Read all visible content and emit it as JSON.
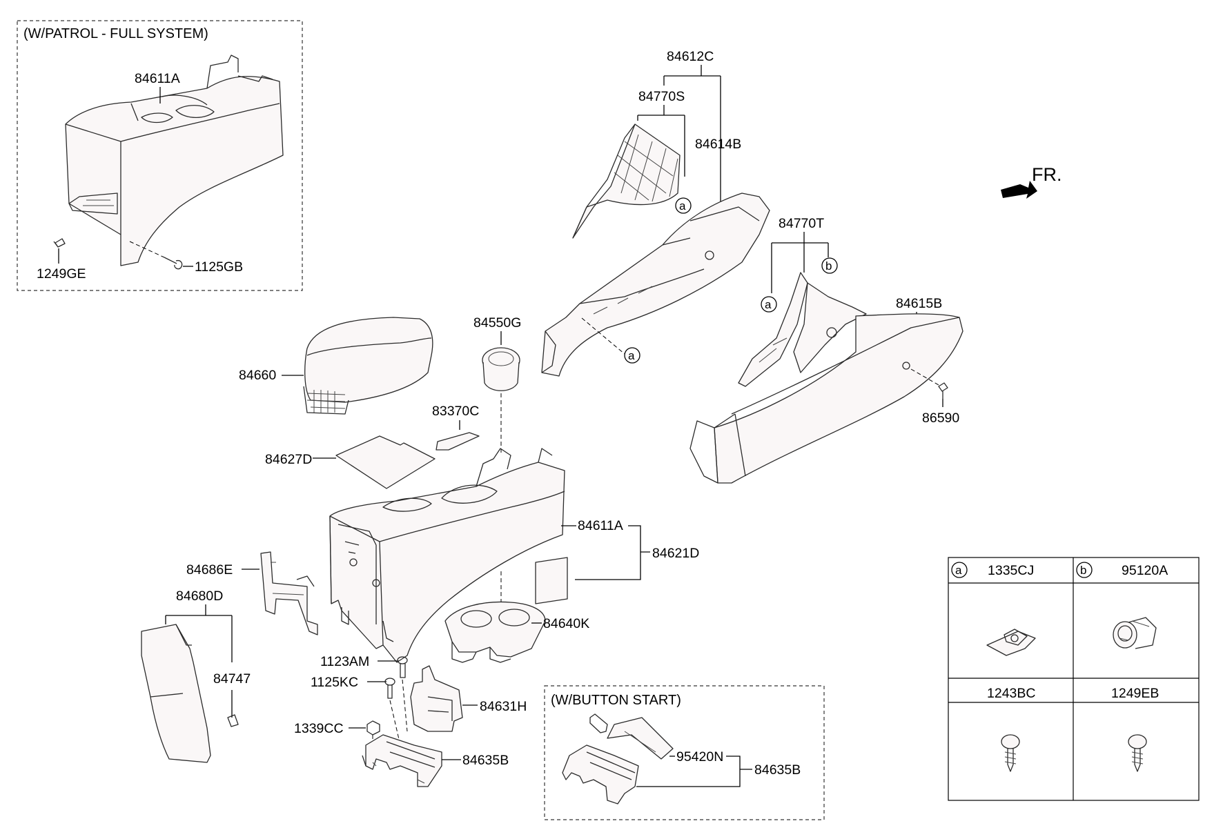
{
  "boxes": {
    "patrol_title": "(W/PATROL - FULL SYSTEM)",
    "button_title": "(W/BUTTON START)"
  },
  "direction": {
    "label": "FR."
  },
  "labels": {
    "p84611A_top": "84611A",
    "p1249GE": "1249GE",
    "p1125GB": "1125GB",
    "p84612C": "84612C",
    "p84770S": "84770S",
    "p84614B": "84614B",
    "p84770T": "84770T",
    "p84615B": "84615B",
    "p86590": "86590",
    "p84550G": "84550G",
    "p84660": "84660",
    "p83370C": "83370C",
    "p84627D": "84627D",
    "p84611A": "84611A",
    "p84621D": "84621D",
    "p84686E": "84686E",
    "p84680D": "84680D",
    "p84747": "84747",
    "p84640K": "84640K",
    "p1123AM": "1123AM",
    "p1125KC": "1125KC",
    "p84631H": "84631H",
    "p1339CC": "1339CC",
    "p84635B": "84635B",
    "p95420N": "95420N",
    "p84635B_btn": "84635B"
  },
  "refs": {
    "a": "a",
    "b": "b"
  },
  "legend": {
    "cells": [
      {
        "letter": "a",
        "part": "1335CJ"
      },
      {
        "letter": "b",
        "part": "95120A"
      },
      {
        "letter": "",
        "part": "1243BC"
      },
      {
        "letter": "",
        "part": "1249EB"
      }
    ]
  }
}
